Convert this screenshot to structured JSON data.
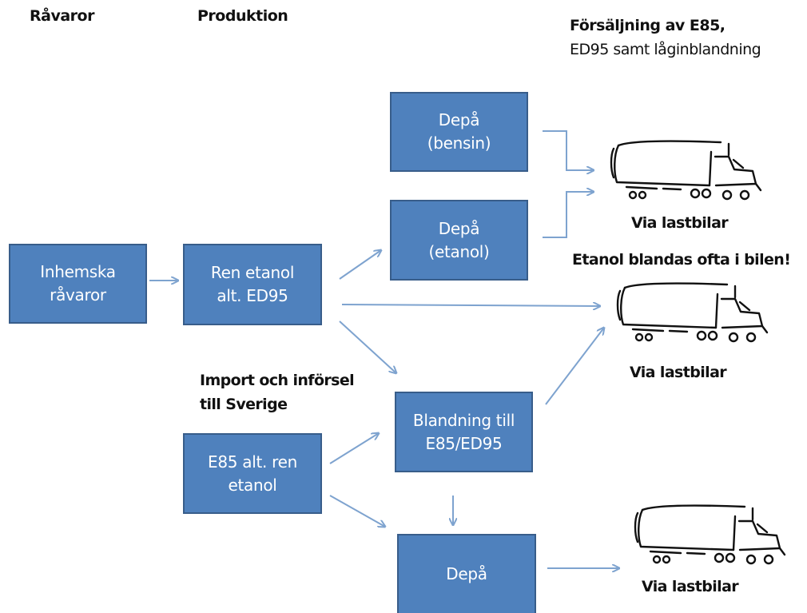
{
  "headers": {
    "ravaror": "Råvaror",
    "produktion": "Produktion",
    "forsaljning": [
      "Försäljning av E85,",
      "ED95 samt låginblandning"
    ]
  },
  "boxes": {
    "inhemska": [
      "Inhemska",
      "råvaror"
    ],
    "ren_etanol": [
      "Ren etanol",
      "alt. ED95"
    ],
    "depa_bensin": [
      "Depå",
      "(bensin)"
    ],
    "depa_etanol": [
      "Depå",
      "(etanol)"
    ],
    "blandning": [
      "Blandning till",
      "E85/ED95"
    ],
    "e85": [
      "E85 alt. ren",
      "etanol"
    ],
    "depa": [
      "Depå"
    ]
  },
  "labels": {
    "import": [
      "Import och införsel",
      "till Sverige"
    ],
    "via1": "Via lastbilar",
    "etanol_blandas": "Etanol blandas ofta i bilen!",
    "via2": "Via lastbilar",
    "via3": "Via lastbilar"
  },
  "colors": {
    "box_fill": "#4f81bd",
    "box_border": "#385d8a",
    "arrow": "#7ea3cf"
  },
  "icons": [
    "truck-icon",
    "truck-icon",
    "truck-icon"
  ]
}
